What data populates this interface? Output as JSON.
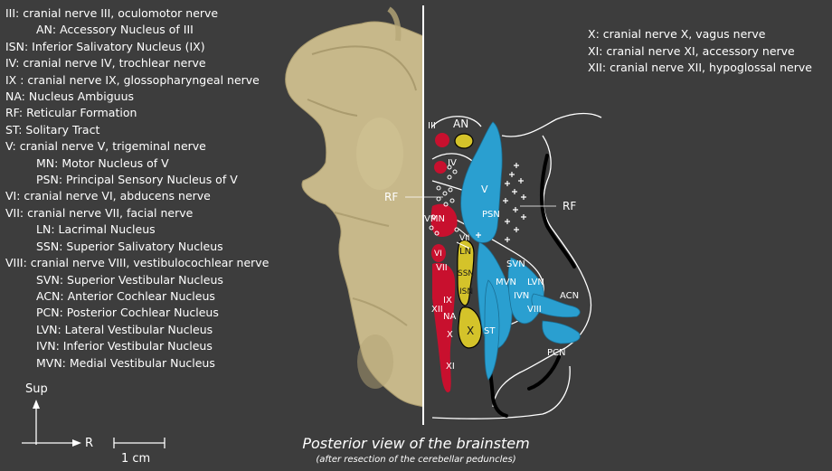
{
  "legend_left": [
    {
      "text": "III: cranial nerve III, oculomotor nerve",
      "indent": false
    },
    {
      "text": "AN: Accessory Nucleus of III",
      "indent": true
    },
    {
      "text": "ISN: Inferior Salivatory Nucleus (IX)",
      "indent": false
    },
    {
      "text": "IV: cranial nerve IV, trochlear nerve",
      "indent": false
    },
    {
      "text": "IX : cranial nerve IX, glossopharyngeal nerve",
      "indent": false
    },
    {
      "text": "NA: Nucleus Ambiguus",
      "indent": false
    },
    {
      "text": "RF: Reticular Formation",
      "indent": false
    },
    {
      "text": "ST: Solitary Tract",
      "indent": false
    },
    {
      "text": "V: cranial nerve V, trigeminal nerve",
      "indent": false
    },
    {
      "text": "MN: Motor Nucleus of V",
      "indent": true
    },
    {
      "text": "PSN: Principal Sensory Nucleus of V",
      "indent": true
    },
    {
      "text": "VI: cranial nerve VI, abducens nerve",
      "indent": false
    },
    {
      "text": "VII: cranial nerve VII, facial nerve",
      "indent": false
    },
    {
      "text": "LN: Lacrimal Nucleus",
      "indent": true
    },
    {
      "text": "SSN: Superior Salivatory Nucleus",
      "indent": true
    },
    {
      "text": "VIII: cranial nerve VIII, vestibulocochlear nerve",
      "indent": false
    },
    {
      "text": "SVN: Superior Vestibular Nucleus",
      "indent": true
    },
    {
      "text": "ACN: Anterior Cochlear Nucleus",
      "indent": true
    },
    {
      "text": "PCN: Posterior Cochlear Nucleus",
      "indent": true
    },
    {
      "text": "LVN: Lateral Vestibular Nucleus",
      "indent": true
    },
    {
      "text": "IVN: Inferior Vestibular Nucleus",
      "indent": true
    },
    {
      "text": "MVN: Medial Vestibular Nucleus",
      "indent": true
    }
  ],
  "legend_right": [
    "X: cranial nerve X, vagus nerve",
    "XI: cranial nerve XI, accessory nerve",
    "XII: cranial nerve XII, hypoglossal nerve"
  ],
  "labels": {
    "III": "III",
    "AN": "AN",
    "IV": "IV",
    "RF_left": "RF",
    "RF_right": "RF",
    "V": "V",
    "PSN": "PSN",
    "VMN": "VMN",
    "VII_top": "VII",
    "VI": "VI",
    "VII": "VII",
    "LN": "LN",
    "SSN": "SSN",
    "ISN": "ISN",
    "IX": "IX",
    "XII": "XII",
    "NA": "NA",
    "X": "X",
    "XI": "XI",
    "ST": "ST",
    "SVN": "SVN",
    "MVN": "MVN",
    "LVN": "LVN",
    "IVN": "IVN",
    "ACN": "ACN",
    "VIII": "VIII",
    "PCN": "PCN"
  },
  "orientation": {
    "sup": "Sup",
    "right": "R"
  },
  "scale_bar": {
    "label": "1 cm"
  },
  "caption": {
    "main": "Posterior view of the brainstem",
    "sub": "(after resection of the cerebellar peduncles)"
  },
  "colors": {
    "background": "#3d3d3d",
    "motor_red": "#c8102e",
    "parasympathetic_yellow": "#d4c32a",
    "sensory_blue": "#2a9fd0",
    "specimen": "#c7b88a"
  }
}
